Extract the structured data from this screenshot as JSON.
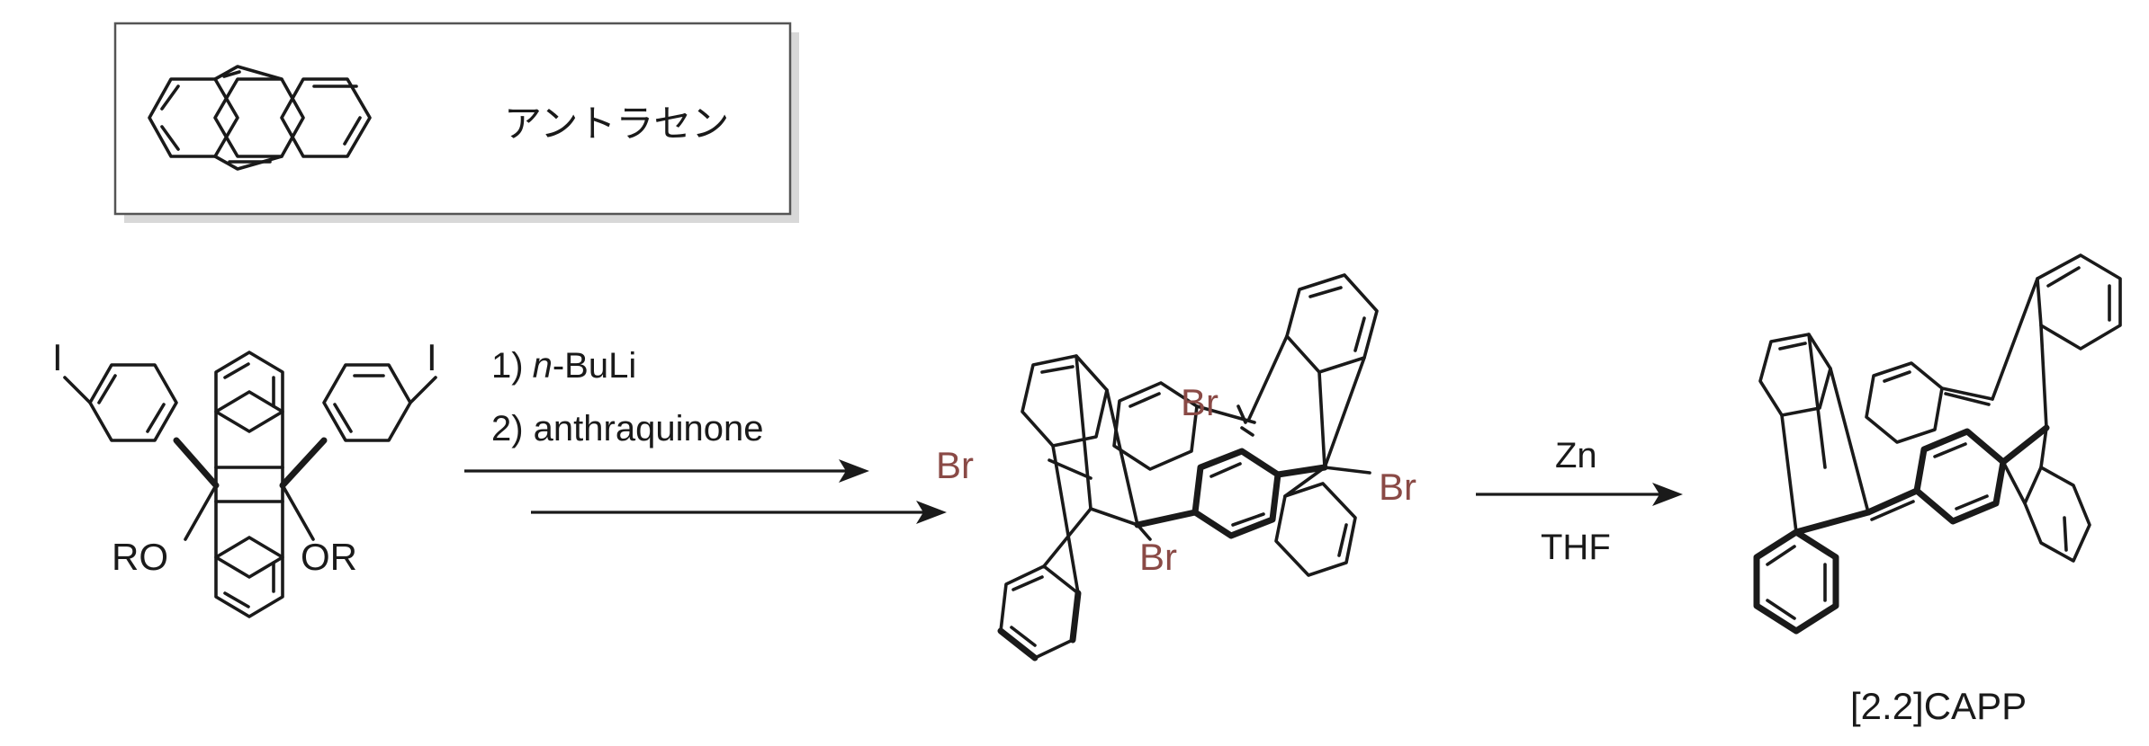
{
  "legend": {
    "label": "アントラセン"
  },
  "starting_material": {
    "iodo_left": "I",
    "iodo_right": "I",
    "or_left": "RO",
    "or_right": "OR"
  },
  "step1": {
    "reagent_1_num": "1)",
    "reagent_1_italic": "n",
    "reagent_1_rest": "-BuLi",
    "reagent_2": "2) anthraquinone"
  },
  "intermediate": {
    "br_left": "Br",
    "br_top": "Br",
    "br_right": "Br",
    "br_bottom": "Br"
  },
  "step2": {
    "reagent_top": "Zn",
    "reagent_bottom": "THF"
  },
  "product": {
    "name": "[2.2]CAPP"
  }
}
